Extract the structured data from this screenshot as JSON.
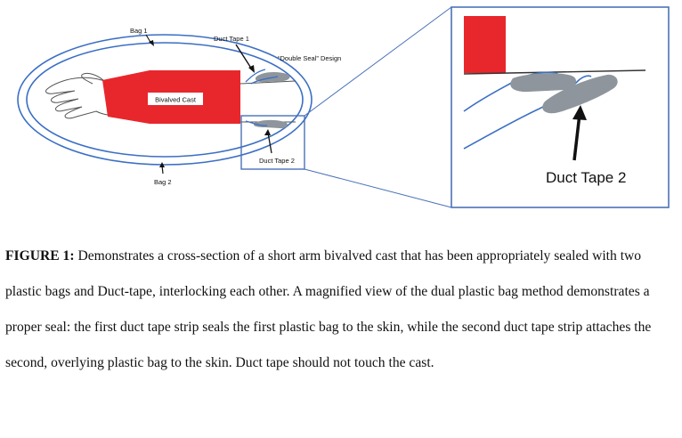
{
  "figure": {
    "labels": {
      "bag1": "Bag 1",
      "bag2": "Bag 2",
      "duct_tape_1": "Duct Tape 1",
      "duct_tape_2": "Duct Tape 2",
      "double_seal": "“Double Seal” Design",
      "cast": "Bivalved Cast",
      "zoom_duct_tape_2": "Duct Tape 2"
    },
    "colors": {
      "cast": "#e8272c",
      "bag_line": "#3b6fc4",
      "tape": "#8e959c",
      "outline": "#6b7280"
    }
  },
  "caption": {
    "label": "FIGURE 1:",
    "text": " Demonstrates a cross-section of a short arm bivalved cast that has been appropriately sealed with two plastic bags and Duct-tape, interlocking each other. A magnified view of the dual plastic bag method demonstrates a proper seal: the first duct tape strip seals the first plastic bag to the skin, while the second duct tape strip attaches the second, overlying plastic bag to the skin. Duct tape should not touch the cast."
  }
}
